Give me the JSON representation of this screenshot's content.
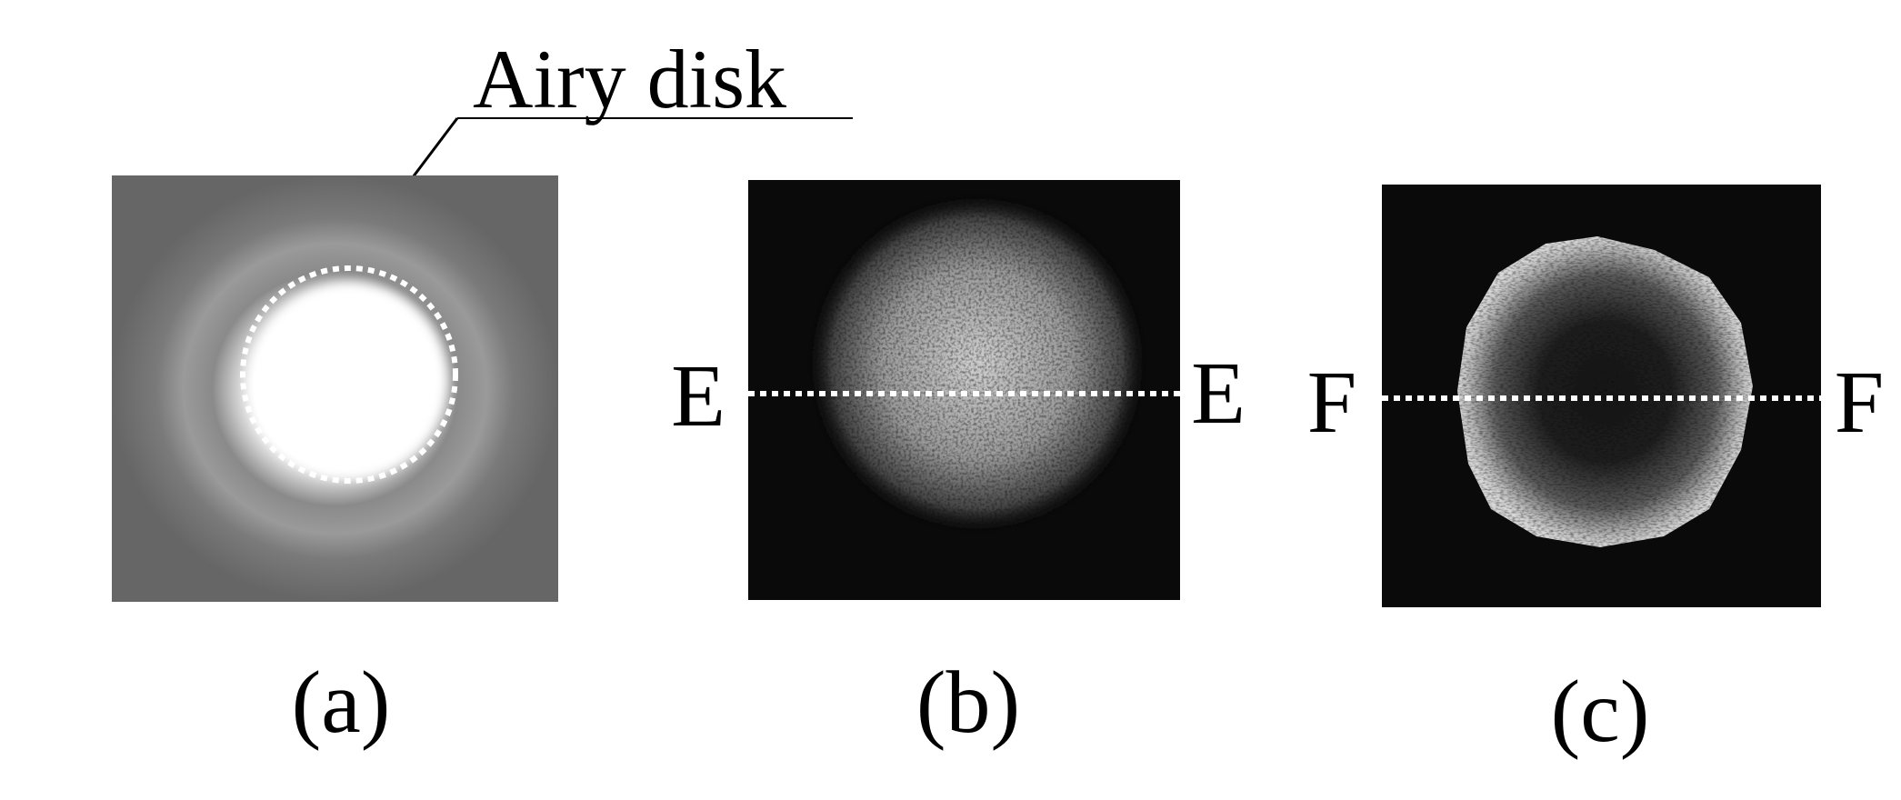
{
  "annotation": {
    "text": "Airy disk"
  },
  "panels": [
    {
      "id": "a",
      "caption": "(a)"
    },
    {
      "id": "b",
      "caption": "(b)",
      "line_left_label": "E",
      "line_right_label": "E"
    },
    {
      "id": "c",
      "caption": "(c)",
      "line_left_label": "F",
      "line_right_label": "F"
    }
  ],
  "colors": {
    "panel_a_background": "#6e6e6e",
    "panel_dark_background": "#0a0a0a",
    "dotted_line": "#ffffff",
    "text": "#000000"
  }
}
